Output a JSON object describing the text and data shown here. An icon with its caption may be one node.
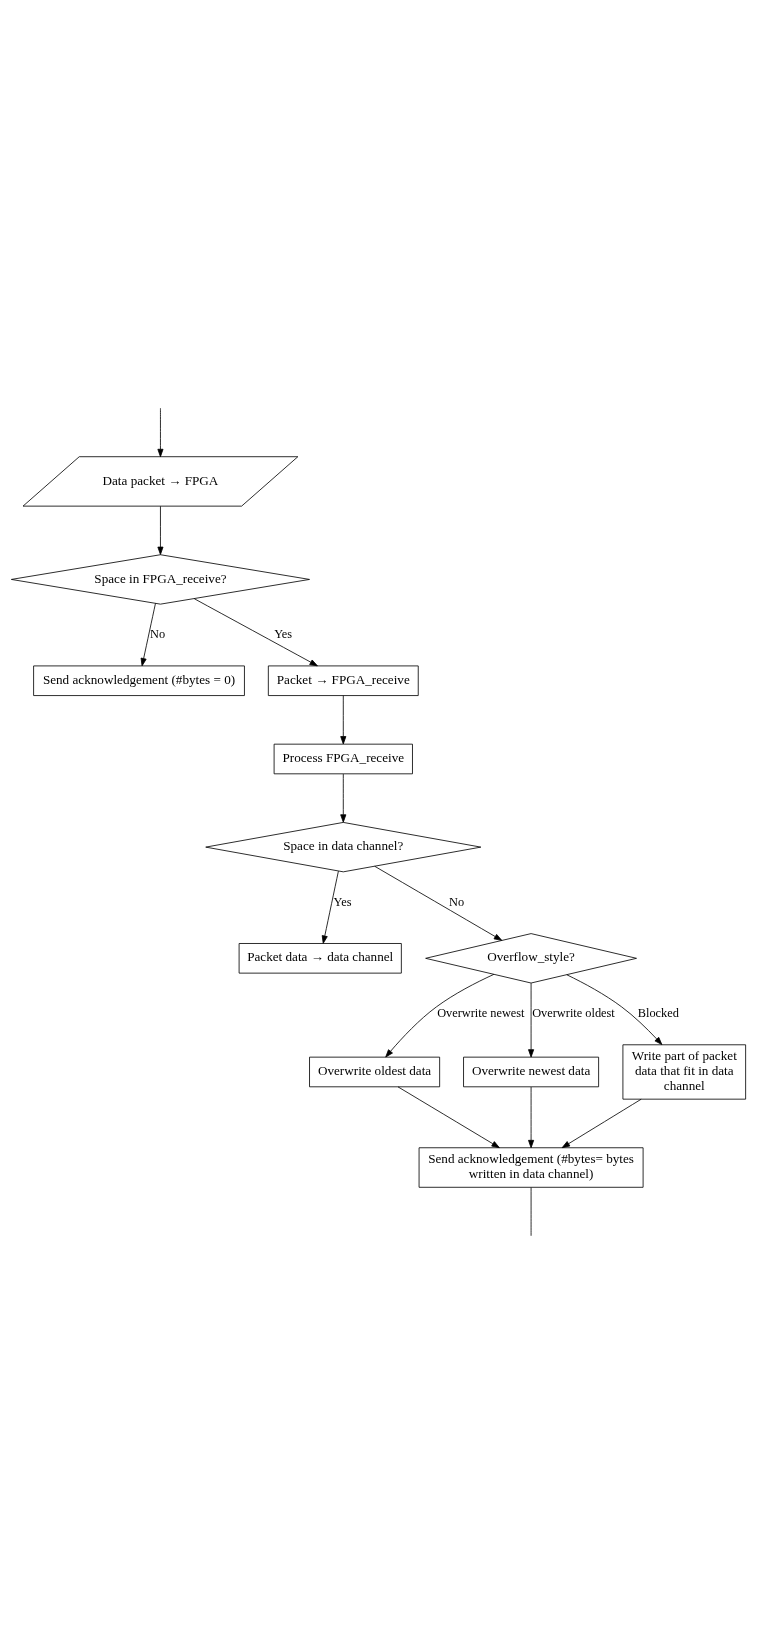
{
  "diagram": {
    "nodes": [
      {
        "text": [
          "Data packet → FPGA"
        ]
      },
      {
        "text": [
          "Space in FPGA_receive?"
        ]
      },
      {
        "text": [
          "Send acknowledgement (#bytes = 0)"
        ]
      },
      {
        "text": [
          "Packet → FPGA_receive"
        ]
      },
      {
        "text": [
          "Process FPGA_receive"
        ]
      },
      {
        "text": [
          "Space in data channel?"
        ]
      },
      {
        "text": [
          "Packet data → data channel"
        ]
      },
      {
        "text": [
          "Overflow_style?"
        ]
      },
      {
        "text": [
          "Overwrite oldest data"
        ]
      },
      {
        "text": [
          "Overwrite newest data"
        ]
      },
      {
        "text": [
          "Write part of packet data that fit in data channel"
        ]
      },
      {
        "text": [
          "Send acknowledgement (#bytes= bytes written in data channel)"
        ]
      }
    ],
    "edges": [
      {
        "from": 0,
        "to": 1,
        "arrow": "to"
      },
      {
        "from": 1,
        "to": 3,
        "arrow": "to",
        "label": "Yes"
      },
      {
        "from": 1,
        "to": 2,
        "arrow": "to",
        "label": "No"
      },
      {
        "from": 3,
        "to": 4,
        "arrow": "to"
      },
      {
        "from": 4,
        "to": 5,
        "arrow": "to"
      },
      {
        "from": 5,
        "to": 6,
        "arrow": "to",
        "label": "Yes"
      },
      {
        "from": 5,
        "to": 7,
        "arrow": "to",
        "label": "No"
      },
      {
        "from": 7,
        "to": 8,
        "arrow": "to",
        "label": "Overwrite newest"
      },
      {
        "from": 7,
        "to": 9,
        "arrow": "to",
        "label": "Overwrite oldest"
      },
      {
        "from": 7,
        "to": 10,
        "arrow": "to",
        "label": "Blocked"
      },
      {
        "from": 8,
        "to": 11,
        "arrow": "to"
      },
      {
        "from": 9,
        "to": 11,
        "arrow": "to"
      },
      {
        "from": 10,
        "to": 11,
        "arrow": "to"
      },
      {
        "from": 11,
        "to": null,
        "arrow": "none"
      },
      {
        "from": null,
        "to": 0,
        "arrow": "to"
      }
    ]
  }
}
